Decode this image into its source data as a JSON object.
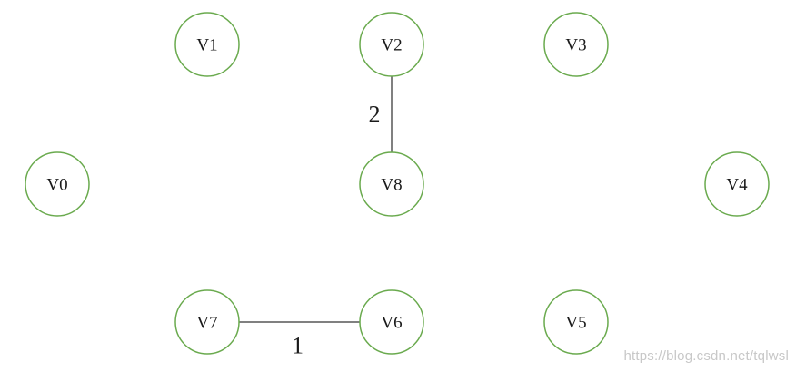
{
  "diagram": {
    "nodes": [
      {
        "id": "V1",
        "label": "V1"
      },
      {
        "id": "V2",
        "label": "V2"
      },
      {
        "id": "V3",
        "label": "V3"
      },
      {
        "id": "V0",
        "label": "V0"
      },
      {
        "id": "V8",
        "label": "V8"
      },
      {
        "id": "V4",
        "label": "V4"
      },
      {
        "id": "V7",
        "label": "V7"
      },
      {
        "id": "V6",
        "label": "V6"
      },
      {
        "id": "V5",
        "label": "V5"
      }
    ],
    "edges": [
      {
        "from": "V2",
        "to": "V8",
        "weight": "2"
      },
      {
        "from": "V7",
        "to": "V6",
        "weight": "1"
      }
    ],
    "colors": {
      "node_stroke": "#6aaa4e",
      "edge": "#000000",
      "text": "#1a1a1a"
    }
  },
  "watermark": "https://blog.csdn.net/tqlwsl"
}
